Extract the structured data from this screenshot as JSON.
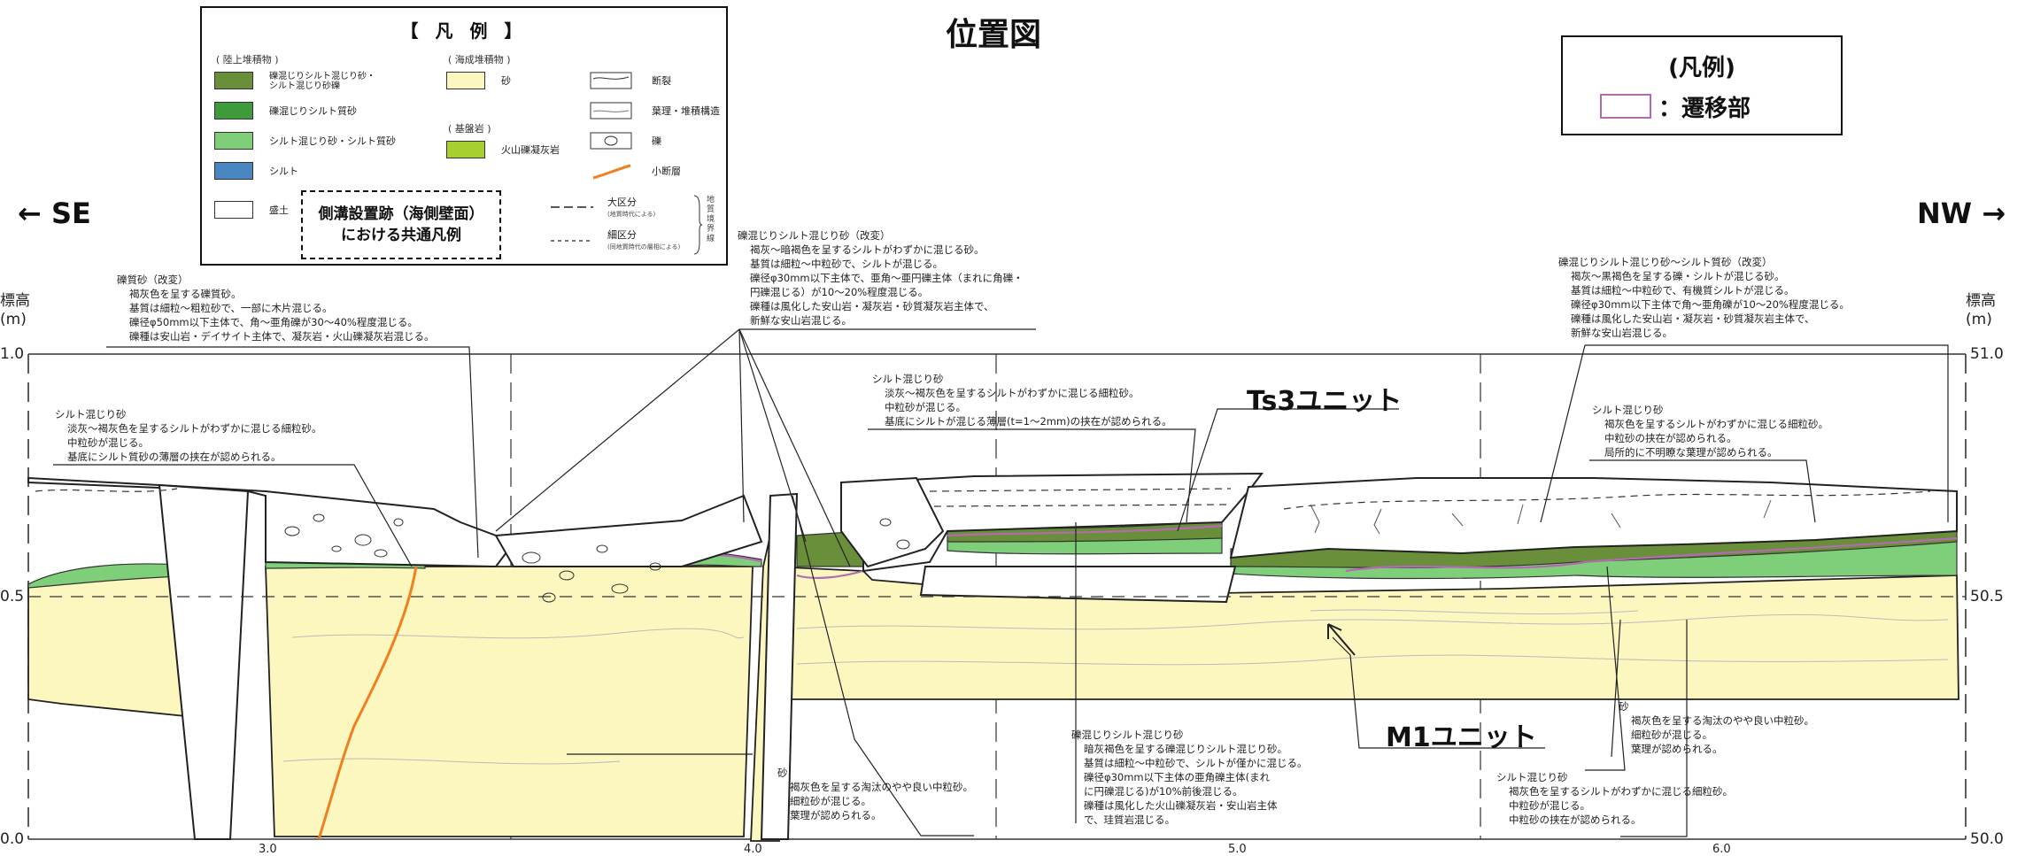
{
  "map_title": "位置図",
  "direction_left": "← SE",
  "direction_right": "NW →",
  "y_axis": {
    "label_left": "標高\n(m)",
    "label_right": "標高\n(m)",
    "left_ticks": [
      "1.0",
      "0.5",
      "0.0"
    ],
    "right_ticks": [
      "51.0",
      "50.5",
      "50.0"
    ]
  },
  "x_ticks": [
    "3.0",
    "4.0",
    "5.0",
    "6.0"
  ],
  "legend": {
    "title": "【 凡 例 】",
    "group_land": "( 陸上堆積物 )",
    "group_marine": "( 海成堆積物 )",
    "group_basement": "( 基盤岩 )",
    "items_land": [
      {
        "label": "礫混じりシルト混じり砂・\nシルト混じり砂礫",
        "color": "#6a8f3a"
      },
      {
        "label": "礫混じりシルト質砂",
        "color": "#3e9a3a"
      },
      {
        "label": "シルト混じり砂・シルト質砂",
        "color": "#7fcf7a"
      },
      {
        "label": "シルト",
        "color": "#4a87c0"
      },
      {
        "label": "盛土",
        "color": "#ffffff"
      }
    ],
    "item_marine": {
      "label": "砂",
      "color": "#fbf7bf"
    },
    "item_basement": {
      "label": "火山礫凝灰岩",
      "color": "#a6cf2f"
    },
    "symbols": [
      {
        "label": "断裂",
        "icon": "fault-icon"
      },
      {
        "label": "葉理・堆積構造",
        "icon": "lamination-icon"
      },
      {
        "label": "礫",
        "icon": "gravel-icon"
      },
      {
        "label": "小断層",
        "icon": "minor-fault-icon"
      }
    ],
    "boundary_major": "大区分",
    "boundary_major_note": "(地質時代による)",
    "boundary_minor": "細区分",
    "boundary_minor_note": "(同地質時代の層相による)",
    "boundary_side": "地\n質\n境\n界\n線",
    "common_legend": "側溝設置跡（海側壁面）\nにおける共通凡例"
  },
  "legend_transition": {
    "title": "(凡例)",
    "label": "：遷移部",
    "color": "#b36ab3"
  },
  "units": {
    "ts3": "Ts3ユニット",
    "m1": "M1ユニット"
  },
  "notes": {
    "n1": [
      "礫質砂（改変）",
      "褐灰色を呈する礫質砂。",
      "基質は細粒～粗粒砂で、一部に木片混じる。",
      "礫径φ50mm以下主体で、角～亜角礫が30～40%程度混じる。",
      "礫種は安山岩・デイサイト主体で、凝灰岩・火山礫凝灰岩混じる。"
    ],
    "n2": [
      "礫混じりシルト混じり砂（改変）",
      "褐灰～暗褐色を呈するシルトがわずかに混じる砂。",
      "基質は細粒～中粒砂で、シルトが混じる。",
      "礫径φ30mm以下主体で、亜角～亜円礫主体（まれに角礫・",
      "円礫混じる）が10～20%程度混じる。",
      "礫種は風化した安山岩・凝灰岩・砂質凝灰岩主体で、",
      "新鮮な安山岩混じる。"
    ],
    "n3": [
      "礫混じりシルト混じり砂～シルト質砂（改変）",
      "褐灰～黒褐色を呈する礫・シルトが混じる砂。",
      "基質は細粒～中粒砂で、有機質シルトが混じる。",
      "礫径φ30mm以下主体で角～亜角礫が10～20%程度混じる。",
      "礫種は風化した安山岩・凝灰岩・砂質凝灰岩主体で、",
      "新鮮な安山岩混じる。"
    ],
    "n4": [
      "シルト混じり砂",
      "淡灰～褐灰色を呈するシルトがわずかに混じる細粒砂。",
      "中粒砂が混じる。",
      "基底にシルト質砂の薄層の挟在が認められる。"
    ],
    "n5": [
      "シルト混じり砂",
      "淡灰～褐灰色を呈するシルトがわずかに混じる細粒砂。",
      "中粒砂が混じる。",
      "基底にシルトが混じる薄層(t=1～2mm)の挟在が認められる。"
    ],
    "n6": [
      "シルト混じり砂",
      "褐灰色を呈するシルトがわずかに混じる細粒砂。",
      "中粒砂の挟在が認められる。",
      "局所的に不明瞭な葉理が認められる。"
    ],
    "n7": [
      "砂",
      "褐灰色を呈する淘汰のやや良い中粒砂。",
      "細粒砂が混じる。",
      "葉理が認められる。"
    ],
    "n8": [
      "礫混じりシルト混じり砂",
      "暗灰褐色を呈する礫混じりシルト混じり砂。",
      "基質は細粒～中粒砂で、シルトが僅かに混じる。",
      "礫径φ30mm以下主体の亜角礫主体(まれ",
      "に円礫混じる)が10%前後混じる。",
      "礫種は風化した火山礫凝灰岩・安山岩主体",
      "で、珪質岩混じる。"
    ],
    "n9": [
      "砂",
      "褐灰色を呈する淘汰のやや良い中粒砂。",
      "細粒砂が混じる。",
      "葉理が認められる。"
    ],
    "n10": [
      "シルト混じり砂",
      "褐灰色を呈するシルトがわずかに混じる細粒砂。",
      "中粒砂が混じる。",
      "中粒砂の挟在が認められる。"
    ]
  }
}
